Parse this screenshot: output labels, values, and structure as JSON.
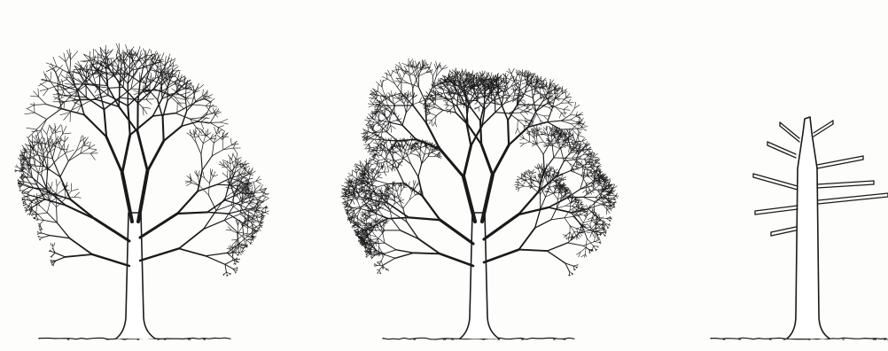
{
  "colors": {
    "ink": "#1a1a1a",
    "paper": "#fdfdfc",
    "trunk_fill": "#ffffff"
  },
  "panels": [
    {
      "id": "left",
      "depicts": "tree-after-crown-thinning",
      "icon": "tree-icon"
    },
    {
      "id": "center",
      "depicts": "tree-original-full-crown",
      "icon": "tree-icon"
    },
    {
      "id": "right",
      "depicts": "tree-after-topping",
      "icon": "tree-icon",
      "crossed_out": true
    }
  ],
  "arrows": [
    {
      "id": "arrow-to-left",
      "direction": "left",
      "icon": "arrow-left-icon"
    },
    {
      "id": "arrow-to-right",
      "direction": "right",
      "icon": "arrow-right-icon"
    }
  ]
}
